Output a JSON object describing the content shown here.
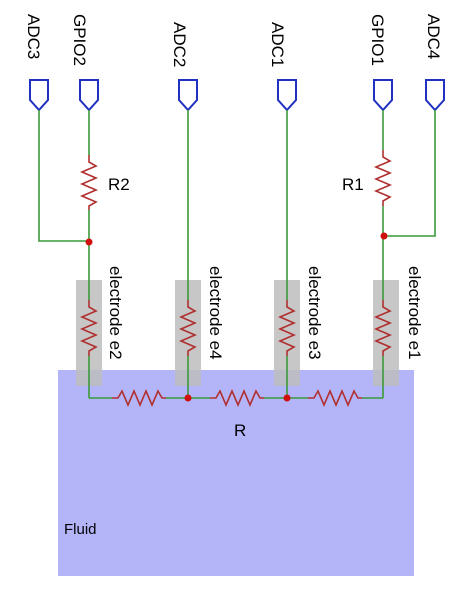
{
  "ports": {
    "adc3": "ADC3",
    "gpio2": "GPIO2",
    "adc2": "ADC2",
    "adc1": "ADC1",
    "gpio1": "GPIO1",
    "adc4": "ADC4"
  },
  "resistors": {
    "r2": "R2",
    "r1": "R1",
    "r": "R"
  },
  "electrodes": {
    "e2": "electrode e2",
    "e4": "electrode e4",
    "e3": "electrode e3",
    "e1": "electrode e1"
  },
  "fluid": {
    "label": "Fluid"
  },
  "colors": {
    "wire": "#3a9a3a",
    "resistor": "#b03030",
    "port": "#2030c0",
    "node": "#d01010",
    "fluid": "#b4b4f8",
    "electrode_pad": "#bdbdbd"
  }
}
